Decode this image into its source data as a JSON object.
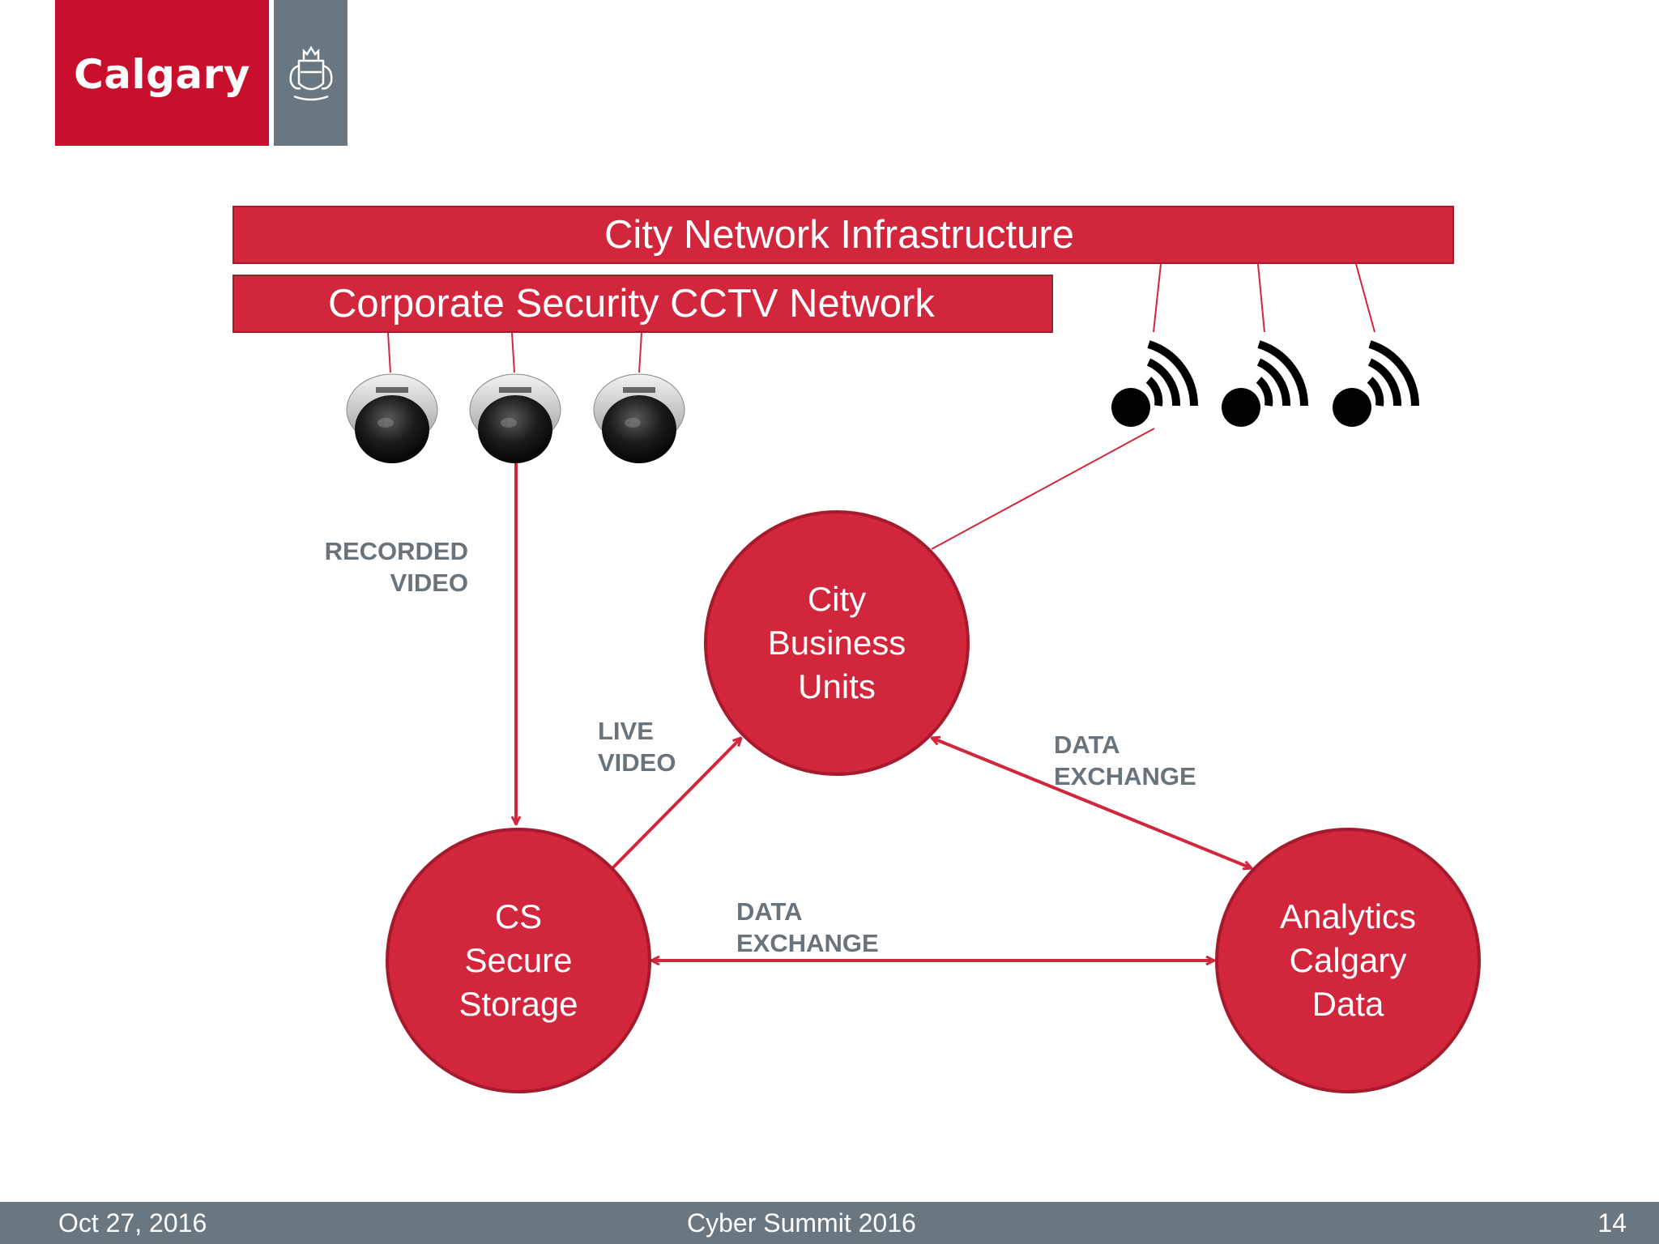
{
  "logo": {
    "text": "Calgary"
  },
  "bars": {
    "city_network": "City Network Infrastructure",
    "cctv_network": "Corporate Security CCTV Network"
  },
  "nodes": {
    "city_business_units": [
      "City",
      "Business",
      "Units"
    ],
    "cs_secure_storage": [
      "CS",
      "Secure",
      "Storage"
    ],
    "analytics_calgary_data": [
      "Analytics",
      "Calgary",
      "Data"
    ]
  },
  "edge_labels": {
    "recorded_video": [
      "RECORDED",
      "VIDEO"
    ],
    "live_video": [
      "LIVE",
      "VIDEO"
    ],
    "data_exchange_upper": [
      "DATA",
      "EXCHANGE"
    ],
    "data_exchange_lower": [
      "DATA",
      "EXCHANGE"
    ]
  },
  "icons": {
    "cameras": [
      "security-camera-icon",
      "security-camera-icon",
      "security-camera-icon"
    ],
    "sensors": [
      "wireless-sensor-icon",
      "wireless-sensor-icon",
      "wireless-sensor-icon"
    ]
  },
  "colors": {
    "accent_red": "#d2263d",
    "brand_red": "#c8102e",
    "gray": "#6b7780",
    "label_gray": "#68737b"
  },
  "footer": {
    "date": "Oct 27, 2016",
    "event": "Cyber Summit 2016",
    "page": "14"
  }
}
